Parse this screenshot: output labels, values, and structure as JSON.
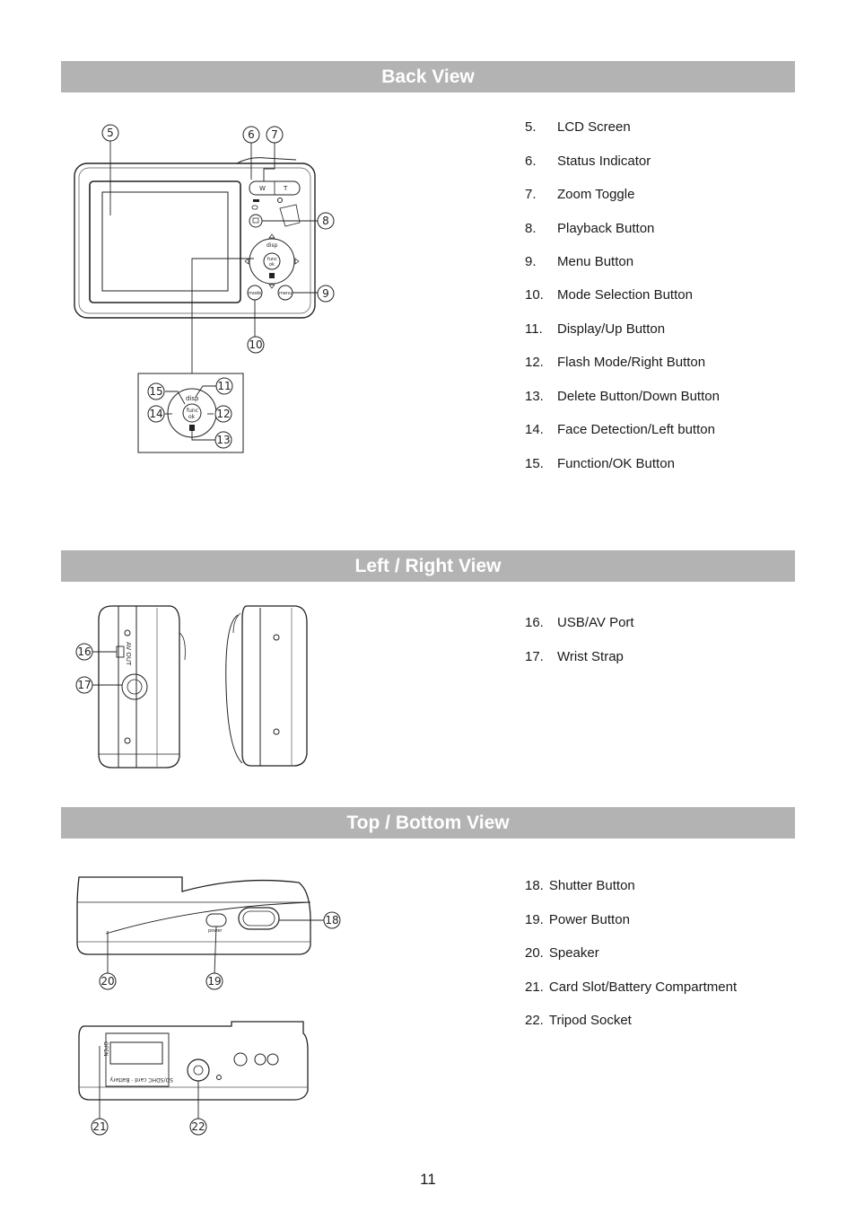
{
  "sections": {
    "back": {
      "title": "Back View",
      "items": [
        {
          "num": "5.",
          "label": "LCD Screen"
        },
        {
          "num": "6.",
          "label": "Status Indicator"
        },
        {
          "num": "7.",
          "label": "Zoom Toggle"
        },
        {
          "num": "8.",
          "label": "Playback Button"
        },
        {
          "num": "9.",
          "label": "Menu Button"
        },
        {
          "num": "10.",
          "label": "Mode Selection Button"
        },
        {
          "num": "11.",
          "label": "Display/Up Button"
        },
        {
          "num": "12.",
          "label": "Flash Mode/Right Button"
        },
        {
          "num": "13.",
          "label": "Delete Button/Down Button"
        },
        {
          "num": "14.",
          "label": "Face Detection/Left button"
        },
        {
          "num": "15.",
          "label": "Function/OK Button"
        }
      ],
      "callouts": [
        "5",
        "6",
        "7",
        "8",
        "9",
        "10",
        "11",
        "12",
        "13",
        "14",
        "15"
      ],
      "button_labels": {
        "w": "W",
        "t": "T",
        "disp": "disp",
        "func": "func",
        "ok": "ok",
        "mode": "mode",
        "menu": "menu"
      }
    },
    "side": {
      "title": "Left / Right View",
      "items": [
        {
          "num": "16.",
          "label": "USB/AV Port"
        },
        {
          "num": "17.",
          "label": "Wrist Strap"
        }
      ],
      "callouts": [
        "16",
        "17"
      ],
      "port_label": "AV OUT"
    },
    "top": {
      "title": "Top / Bottom View",
      "items": [
        {
          "num": "18.",
          "label": "Shutter Button"
        },
        {
          "num": "19.",
          "label": "Power Button"
        },
        {
          "num": "20.",
          "label": "Speaker"
        },
        {
          "num": "21.",
          "label": "Card Slot/Battery Compartment"
        },
        {
          "num": "22.",
          "label": "Tripod Socket"
        }
      ],
      "callouts": [
        "18",
        "19",
        "20",
        "21",
        "22"
      ],
      "power_label": "power",
      "open_label": "OPEN",
      "card_label": "SD/SDHC card · Battery"
    }
  },
  "page_number": "11"
}
